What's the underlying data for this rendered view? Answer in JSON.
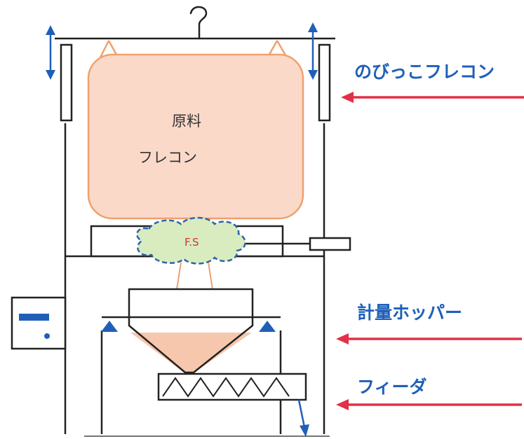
{
  "labels": {
    "bag_label_1": "原料",
    "bag_label_2": "フレコン",
    "fs_label": "F.S",
    "nobikko": "のびっこフレコン",
    "hopper": "計量ホッパー",
    "feeder": "フィーダ"
  },
  "colors": {
    "line": "#222222",
    "bag_fill": "#fbd9c9",
    "bag_stroke": "#f0a06e",
    "powder": "#f6c7ad",
    "fs_fill": "#d8ecc0",
    "fs_stroke": "#2f64a8",
    "arrow_red": "#e23048",
    "accent_blue": "#1f5fb8"
  },
  "icons": {
    "hanger": "hanger-hook-icon",
    "double_arrow": "vertical-double-arrow-icon",
    "arrow": "left-pointing-arrow-icon",
    "triangle": "triangle-support-icon"
  }
}
